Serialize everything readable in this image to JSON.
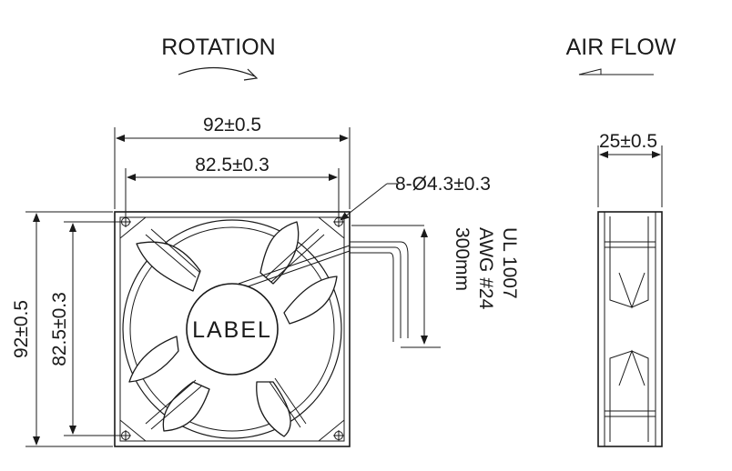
{
  "title_rotation": "ROTATION",
  "title_airflow": "AIR FLOW",
  "dims": {
    "outer_width": "92±0.5",
    "hole_spacing_width": "82.5±0.3",
    "outer_height": "92±0.5",
    "hole_spacing_height": "82.5±0.3",
    "holes": "8-Ø4.3±0.3",
    "thickness": "25±0.5"
  },
  "cable": {
    "line1": "UL 1007",
    "line2": "AWG #24",
    "line3": "300mm"
  },
  "hub_label": "LABEL"
}
